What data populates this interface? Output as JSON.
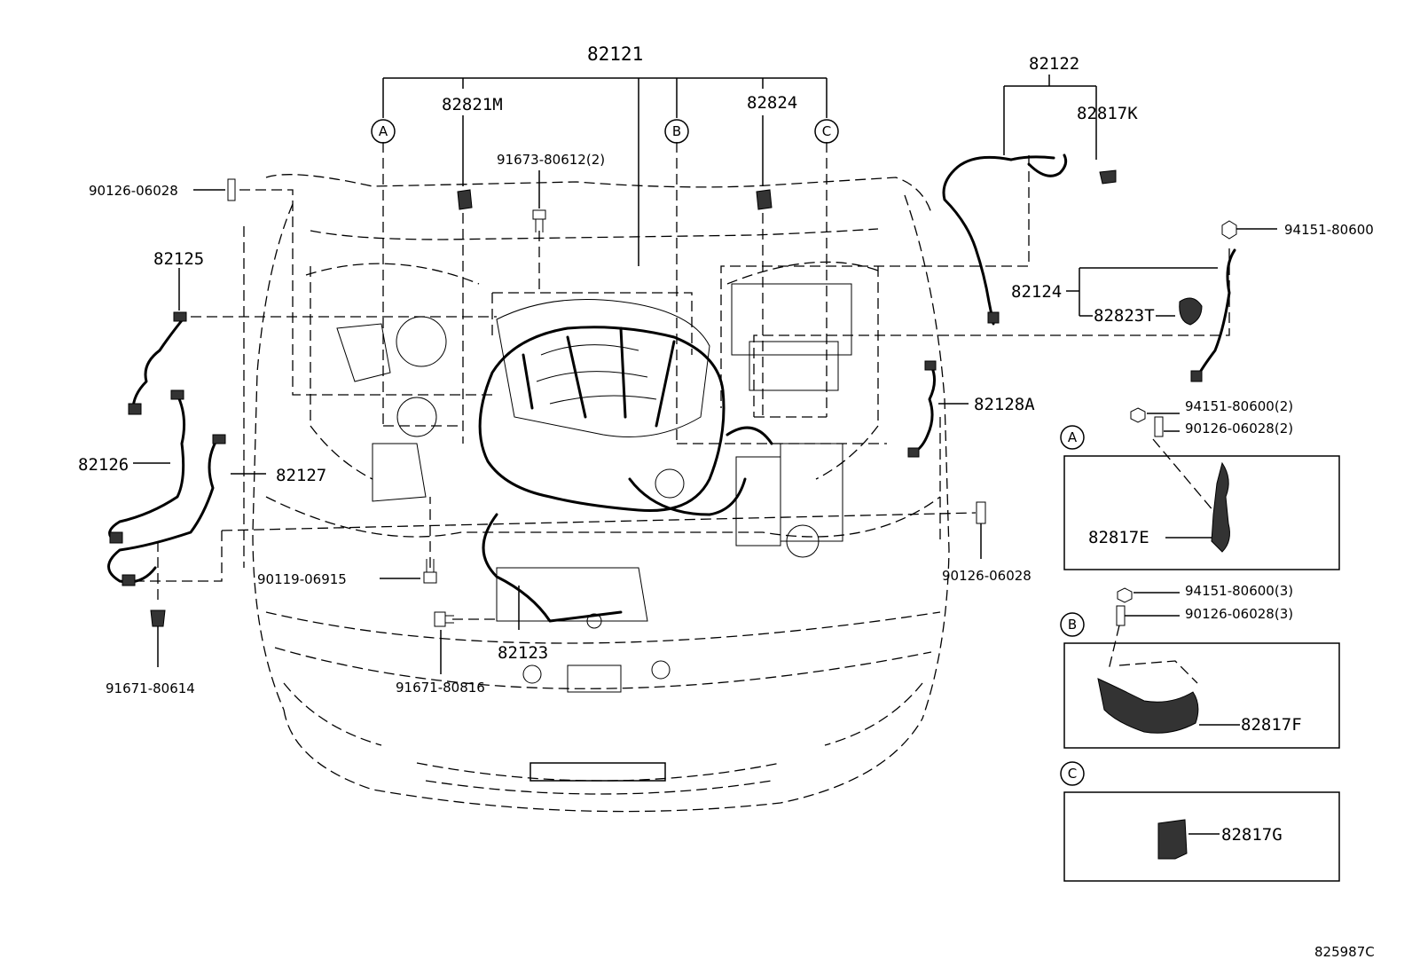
{
  "labels": {
    "p82121": "82121",
    "p82821m": "82821M",
    "p82824": "82824",
    "p91673": "91673-80612(2)",
    "p90126_tl": "90126-06028",
    "p82125": "82125",
    "p82126": "82126",
    "p82127": "82127",
    "p90119": "90119-06915",
    "p82123": "82123",
    "p91671_80614": "91671-80614",
    "p91671_80816": "91671-80816",
    "p90126_r": "90126-06028",
    "p82122": "82122",
    "p82817k": "82817K",
    "p94151_top": "94151-80600",
    "p82124": "82124",
    "p82823t": "82823T",
    "p82128a": "82128A",
    "a_94151": "94151-80600(2)",
    "a_90126": "90126-06028(2)",
    "a_82817e": "82817E",
    "b_94151": "94151-80600(3)",
    "b_90126": "90126-06028(3)",
    "b_82817f": "82817F",
    "c_82817g": "82817G",
    "callout_a": "A",
    "callout_b": "B",
    "callout_c": "C",
    "diagram_code": "825987C"
  }
}
